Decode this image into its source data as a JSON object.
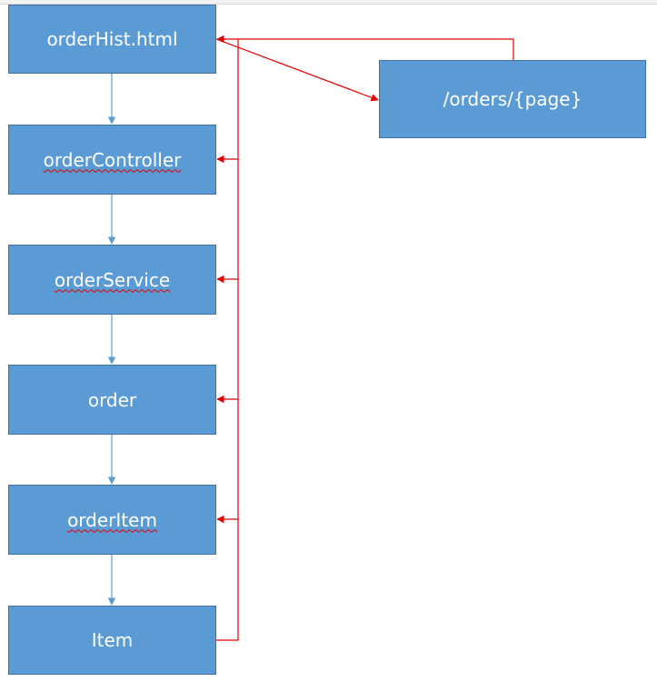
{
  "nodes": {
    "order_hist_html": "orderHist.html",
    "orders_page": "/orders/{page}",
    "order_controller": "orderController",
    "order_service": "orderService",
    "order": "order",
    "order_item": "orderItem",
    "item": "Item"
  },
  "colors": {
    "box_fill": "#5b9bd5",
    "box_border": "#41719c",
    "box_text": "#ffffff",
    "blue_arrow": "#5b9bd5",
    "red_arrow": "#e00000"
  }
}
